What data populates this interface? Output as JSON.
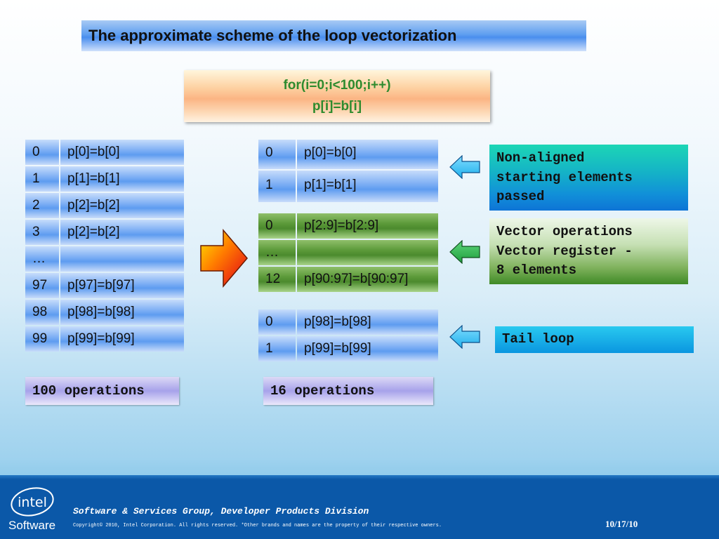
{
  "title": "The approximate scheme of  the loop vectorization",
  "code": {
    "line1": "for(i=0;i<100;i++)",
    "line2": "p[i]=b[i]"
  },
  "left_table": {
    "rows": [
      {
        "idx": "0",
        "op": "p[0]=b[0]"
      },
      {
        "idx": "1",
        "op": "p[1]=b[1]"
      },
      {
        "idx": "2",
        "op": "p[2]=b[2]"
      },
      {
        "idx": "3",
        "op": "p[2]=b[2]"
      },
      {
        "idx": "…",
        "op": ""
      },
      {
        "idx": "97",
        "op": "p[97]=b[97]"
      },
      {
        "idx": "98",
        "op": "p[98]=b[98]"
      },
      {
        "idx": "99",
        "op": "p[99]=b[99]"
      }
    ],
    "total": "100 operations"
  },
  "right_tables": {
    "head": [
      {
        "idx": "0",
        "op": "p[0]=b[0]"
      },
      {
        "idx": "1",
        "op": "p[1]=b[1]"
      }
    ],
    "vector": [
      {
        "idx": "0",
        "op": "p[2:9]=b[2:9]"
      },
      {
        "idx": "…",
        "op": ""
      },
      {
        "idx": "12",
        "op": "p[90:97]=b[90:97]"
      }
    ],
    "tail": [
      {
        "idx": "0",
        "op": "p[98]=b[98]"
      },
      {
        "idx": "1",
        "op": "p[99]=b[99]"
      }
    ],
    "total": "16 operations"
  },
  "notes": {
    "non_aligned": [
      "Non-aligned",
      "starting elements",
      "passed"
    ],
    "vector_ops": [
      "Vector operations",
      "Vector register -",
      "8 elements"
    ],
    "tail_loop": "Tail loop"
  },
  "colors": {
    "blue_cell": "#5e9cf0",
    "green_cell": "#4b8a2d",
    "arrow_cyan": "#1fb0ec",
    "arrow_green": "#1e9e3c",
    "arrow_fire_start": "#ffe600",
    "arrow_fire_end": "#e0001a",
    "footer_blue": "#0b58a8",
    "code_text": "#2e8b2e"
  },
  "footer": {
    "logo": "intel",
    "software": "Software",
    "division": "Software & Services Group, Developer Products Division",
    "copyright": "Copyright© 2010, Intel Corporation. All rights reserved. *Other brands and names are the property of their respective owners.",
    "date": "10/17/10"
  }
}
